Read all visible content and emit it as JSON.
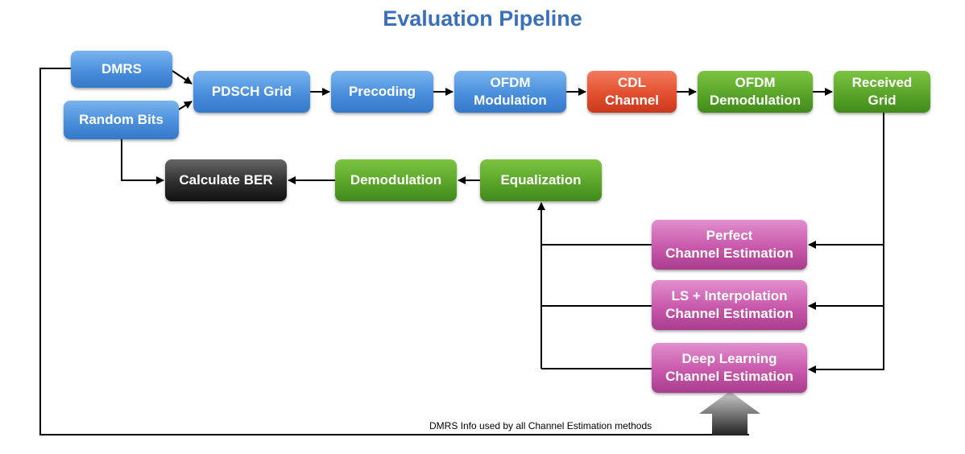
{
  "title": "Evaluation Pipeline",
  "nodes": {
    "dmrs": "DMRS",
    "random_bits": "Random Bits",
    "pdsch_grid": "PDSCH Grid",
    "precoding": "Precoding",
    "ofdm_modulation": "OFDM\nModulation",
    "cdl_channel": "CDL\nChannel",
    "ofdm_demodulation": "OFDM\nDemodulation",
    "received_grid": "Received\nGrid",
    "calculate_ber": "Calculate BER",
    "demodulation": "Demodulation",
    "equalization": "Equalization",
    "perfect_estimation": "Perfect\nChannel Estimation",
    "ls_estimation": "LS + Interpolation\nChannel Estimation",
    "dl_estimation": "Deep Learning\nChannel Estimation"
  },
  "annotation": "DMRS Info used by all Channel Estimation methods",
  "colors": {
    "title": "#3a70b8",
    "blue": "#4a8fdc",
    "green": "#5aa52a",
    "red": "#e2502f",
    "black": "#2e2e2e",
    "purple": "#c858ab"
  }
}
